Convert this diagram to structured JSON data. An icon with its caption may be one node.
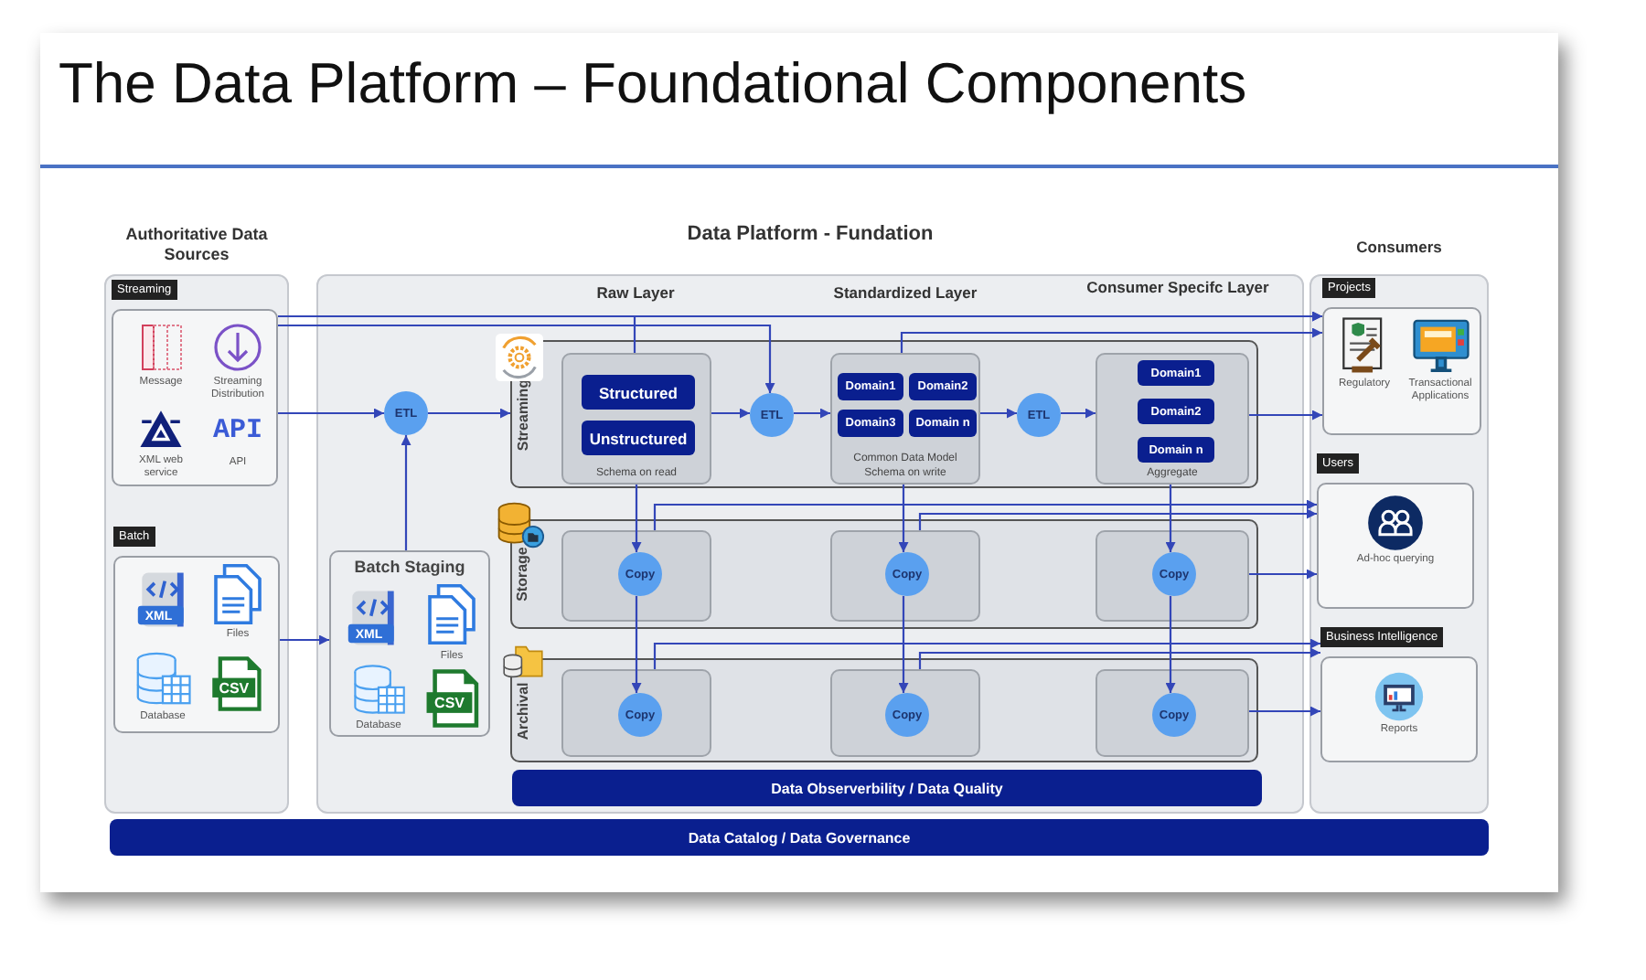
{
  "diagram": {
    "title": "The Data Platform – Foundational Components",
    "nodes": [
      {
        "text": [
          "Authoritative Data Sources"
        ]
      },
      {
        "text": [
          "Streaming"
        ],
        "in": 0
      },
      {
        "text": [
          "Message"
        ],
        "in": 1
      },
      {
        "text": [
          "Streaming Distribution"
        ],
        "in": 1
      },
      {
        "text": [
          "XML web service"
        ],
        "in": 1
      },
      {
        "text": [
          "API",
          "API"
        ],
        "in": 1
      },
      {
        "text": [
          "Batch"
        ],
        "in": 0
      },
      {
        "text": [
          "XML"
        ],
        "in": 6
      },
      {
        "text": [
          "Files"
        ],
        "in": 6
      },
      {
        "text": [
          "Database"
        ],
        "in": 6
      },
      {
        "text": [
          "CSV"
        ],
        "in": 6
      },
      {
        "text": [
          "Data Platform - Fundation"
        ]
      },
      {
        "text": [
          "Batch Staging"
        ],
        "in": 11
      },
      {
        "text": [
          "XML"
        ],
        "in": 12
      },
      {
        "text": [
          "Files"
        ],
        "in": 12
      },
      {
        "text": [
          "Database"
        ],
        "in": 12
      },
      {
        "text": [
          "CSV"
        ],
        "in": 12
      },
      {
        "text": [
          "ETL"
        ],
        "in": 11
      },
      {
        "text": [
          "Streaming"
        ],
        "in": 11
      },
      {
        "text": [
          "Schema on read"
        ],
        "in": 18
      },
      {
        "text": [
          "Structured"
        ],
        "in": 19
      },
      {
        "text": [
          "Unstructured"
        ],
        "in": 19
      },
      {
        "text": [
          "ETL"
        ],
        "in": 18
      },
      {
        "text": [
          "Common Data Model",
          "Schema on write"
        ],
        "in": 18
      },
      {
        "text": [
          "Domain1"
        ],
        "in": 23
      },
      {
        "text": [
          "Domain2"
        ],
        "in": 23
      },
      {
        "text": [
          "Domain3"
        ],
        "in": 23
      },
      {
        "text": [
          "Domain n"
        ],
        "in": 23
      },
      {
        "text": [
          "ETL"
        ],
        "in": 18
      },
      {
        "text": [
          "Aggregate"
        ],
        "in": 18
      },
      {
        "text": [
          "Domain1"
        ],
        "in": 29
      },
      {
        "text": [
          "Domain2"
        ],
        "in": 29
      },
      {
        "text": [
          "Domain n"
        ],
        "in": 29
      },
      {
        "text": [
          "Storage"
        ],
        "in": 11
      },
      {
        "text": [],
        "shape": "box",
        "in": 33
      },
      {
        "text": [
          "Copy"
        ],
        "in": 34
      },
      {
        "text": [],
        "shape": "box",
        "in": 33
      },
      {
        "text": [
          "Copy"
        ],
        "in": 36
      },
      {
        "text": [],
        "shape": "box",
        "in": 33
      },
      {
        "text": [
          "Copy"
        ],
        "in": 38
      },
      {
        "text": [
          "Archival"
        ],
        "in": 11
      },
      {
        "text": [],
        "shape": "box",
        "in": 40
      },
      {
        "text": [
          "Copy"
        ],
        "in": 41
      },
      {
        "text": [],
        "shape": "box",
        "in": 40
      },
      {
        "text": [
          "Copy"
        ],
        "in": 43
      },
      {
        "text": [],
        "shape": "box",
        "in": 40
      },
      {
        "text": [
          "Copy"
        ],
        "in": 45
      },
      {
        "text": [
          "Data Observerbility / Data Quality"
        ],
        "in": 11
      },
      {
        "text": [
          "Data Catalog / Data Governance"
        ]
      },
      {
        "text": [
          "Consumers"
        ]
      },
      {
        "text": [
          "Projects"
        ],
        "in": 49
      },
      {
        "text": [
          "Regulatory"
        ],
        "in": 50
      },
      {
        "text": [
          "Transactional Applications"
        ],
        "in": 50
      },
      {
        "text": [
          "Users"
        ],
        "in": 49
      },
      {
        "text": [
          "Ad-hoc querying"
        ],
        "in": 53
      },
      {
        "text": [
          "Business Intelligence"
        ],
        "in": 49
      },
      {
        "text": [
          "Reports"
        ],
        "in": 55
      }
    ],
    "edges": [
      {
        "from": 1,
        "to": 50,
        "arrow": "to"
      },
      {
        "from": 1,
        "to": 22,
        "arrow": "to"
      },
      {
        "from": 19,
        "to": 50,
        "arrow": "to"
      },
      {
        "from": 1,
        "to": 17,
        "arrow": "to"
      },
      {
        "from": 17,
        "to": 18,
        "arrow": "to"
      },
      {
        "from": 6,
        "to": 12,
        "arrow": "to"
      },
      {
        "from": 12,
        "to": 17,
        "arrow": "to"
      },
      {
        "from": 19,
        "to": 22,
        "arrow": "to"
      },
      {
        "from": 22,
        "to": 23,
        "arrow": "to"
      },
      {
        "from": 23,
        "to": 28,
        "arrow": "to"
      },
      {
        "from": 28,
        "to": 29,
        "arrow": "to"
      },
      {
        "from": 23,
        "to": 50,
        "arrow": "to"
      },
      {
        "from": 29,
        "to": 50,
        "arrow": "to"
      },
      {
        "from": 19,
        "to": 35,
        "arrow": "to"
      },
      {
        "from": 35,
        "to": 42,
        "arrow": "to"
      },
      {
        "from": 23,
        "to": 37,
        "arrow": "to"
      },
      {
        "from": 37,
        "to": 44,
        "arrow": "to"
      },
      {
        "from": 29,
        "to": 39,
        "arrow": "to"
      },
      {
        "from": 39,
        "to": 46,
        "arrow": "to"
      },
      {
        "from": 34,
        "to": 53,
        "arrow": "to"
      },
      {
        "from": 36,
        "to": 53,
        "arrow": "to"
      },
      {
        "from": 38,
        "to": 53,
        "arrow": "to"
      },
      {
        "from": 41,
        "to": 55,
        "arrow": "to"
      },
      {
        "from": 43,
        "to": 55,
        "arrow": "to"
      },
      {
        "from": 45,
        "to": 55,
        "arrow": "to"
      }
    ],
    "labels": [
      "Raw Layer",
      "Standardized Layer",
      "Consumer Specifc Layer"
    ]
  }
}
